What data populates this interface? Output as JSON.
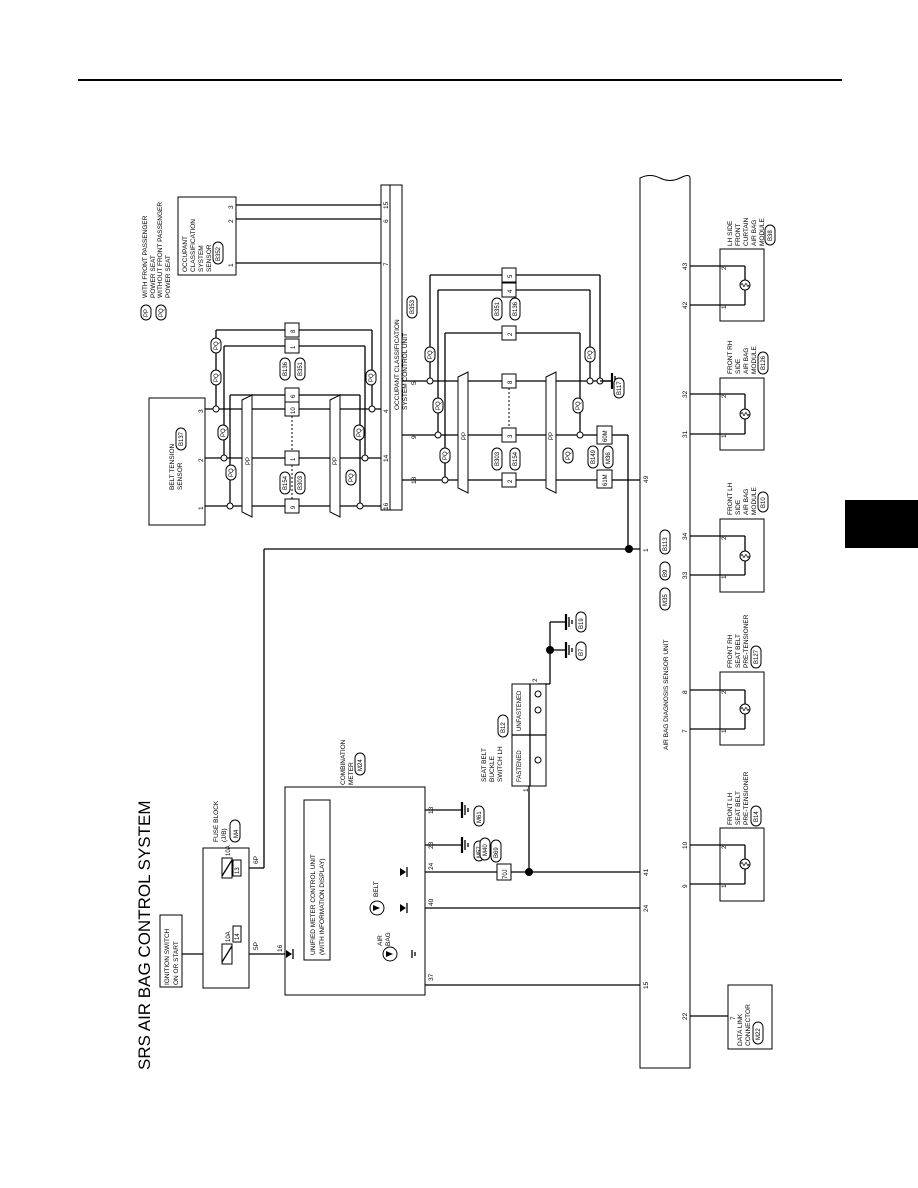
{
  "title": "SRS AIR BAG CONTROL SYSTEM",
  "colors": {
    "line": "#000000",
    "background": "#ffffff"
  },
  "legend": {
    "pp_code": "PP",
    "pp_text_1": "WITH FRONT PASSENGER",
    "pp_text_2": "POWER SEAT",
    "pq_code": "PQ",
    "pq_text_1": "WITHOUT FRONT PASSENGER",
    "pq_text_2": "POWER SEAT"
  },
  "ignition": {
    "line1": "IGNITION SWITCH",
    "line2": "ON OR START"
  },
  "fuse_block": {
    "line1": "FUSE BLOCK",
    "line2": "(J/B)",
    "connector": "M4",
    "fuse1_rating": "10A",
    "fuse1_no": "14",
    "fuse2_rating": "10A",
    "fuse2_no": "13",
    "pin_a": "5P",
    "pin_b": "6P"
  },
  "combination_meter": {
    "line1": "COMBINATION",
    "line2": "METER",
    "connector": "M24",
    "unit_line1": "UNIFIED METER CONTROL UNIT",
    "unit_line2": "(WITH INFORMATION DISPLAY)",
    "lamp_belt": "BELT",
    "lamp_airbag_1": "AIR",
    "lamp_airbag_2": "BAG",
    "pins": [
      "16",
      "13",
      "23",
      "24",
      "40",
      "37"
    ],
    "ground_m61": "M61",
    "ground_m57": "M57"
  },
  "joint": {
    "pin": "70J",
    "connector_1": "M40",
    "connector_2": "B69"
  },
  "seat_belt_buckle": {
    "line1": "SEAT BELT",
    "line2": "BUCKLE",
    "line3": "SWITCH LH",
    "connector": "B12",
    "state_fastened": "FASTENED",
    "state_unfastened": "UNFASTENED",
    "pin_1": "1",
    "pin_2": "2",
    "ground_b7": "B7",
    "ground_b19": "B19"
  },
  "airbag_unit": {
    "label": "AIR BAG DIAGNOSIS SENSOR UNIT",
    "connector_1": "M35",
    "connector_2": "B9",
    "connector_3": "B113",
    "pins": [
      "15",
      "24",
      "41",
      "1",
      "49"
    ],
    "pins_bottom": [
      "22",
      "9",
      "10",
      "7",
      "8",
      "33",
      "34",
      "31",
      "32",
      "42",
      "43"
    ]
  },
  "belt_tension_sensor": {
    "line1": "BELT TENSION",
    "line2": "SENSOR",
    "connector": "B137",
    "pins": [
      "1",
      "2",
      "3"
    ]
  },
  "occupant_sensor": {
    "line1": "OCCUPANT",
    "line2": "CLASSIFICATION",
    "line3": "SYSTEM",
    "line4": "SENSOR",
    "connector": "B352",
    "pins": [
      "1",
      "2",
      "3"
    ]
  },
  "occupant_control_unit": {
    "line1": "OCCUPANT CLASSIFICATION",
    "line2": "SYSTEM CONTROL UNIT",
    "connector": "B353",
    "pins": [
      "16",
      "14",
      "4",
      "7",
      "6",
      "15",
      "18",
      "9",
      "5"
    ]
  },
  "connectors": {
    "c1_a": "B154",
    "c1_b": "B303",
    "c1_pins": [
      "9",
      "1",
      "10"
    ],
    "c2_a": "B136",
    "c2_b": "B351",
    "c2_pins": [
      "6",
      "1",
      "8"
    ],
    "c3_a": "B303",
    "c3_b": "B154",
    "c3_pins": [
      "2",
      "3",
      "8"
    ],
    "c4_a": "B351",
    "c4_b": "B136",
    "c4_pins": [
      "2",
      "4",
      "5"
    ],
    "c5_a": "B149",
    "c5_b": "M36",
    "c5_pins": [
      "61M",
      "60M"
    ],
    "ground_b117": "B117"
  },
  "modules": [
    {
      "line1": "DATA LINK",
      "line2": "CONNECTOR",
      "line3": "",
      "line4": "",
      "connector": "M22",
      "pin_1": "7",
      "pin_2": ""
    },
    {
      "line1": "FRONT LH",
      "line2": "SEAT BELT",
      "line3": "PRE-TENSIONER",
      "line4": "",
      "connector": "B14",
      "pin_1": "1",
      "pin_2": "2"
    },
    {
      "line1": "FRONT RH",
      "line2": "SEAT BELT",
      "line3": "PRE-TENSIONER",
      "line4": "",
      "connector": "B127",
      "pin_1": "1",
      "pin_2": "2"
    },
    {
      "line1": "FRONT LH",
      "line2": "SIDE",
      "line3": "AIR BAG",
      "line4": "MODULE",
      "connector": "B10",
      "pin_1": "1",
      "pin_2": "2"
    },
    {
      "line1": "FRONT RH",
      "line2": "SIDE",
      "line3": "AIR BAG",
      "line4": "MODULE",
      "connector": "B126",
      "pin_1": "1",
      "pin_2": "2"
    },
    {
      "line1": "LH SIDE",
      "line2": "FRONT",
      "line3": "CURTAIN",
      "line4": "AIR BAG",
      "line5": "MODULE",
      "connector": "B38",
      "pin_1": "1",
      "pin_2": "2"
    }
  ]
}
